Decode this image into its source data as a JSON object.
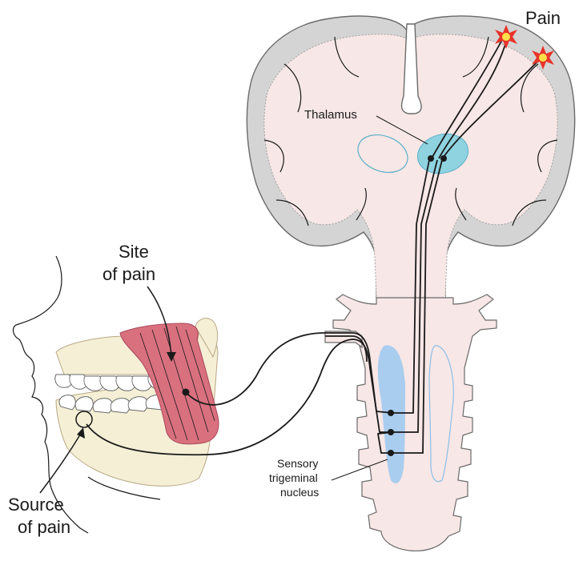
{
  "labels": {
    "pain": "Pain",
    "thalamus": "Thalamus",
    "site_of_pain": [
      "Site",
      "of pain"
    ],
    "source_of_pain": [
      "Source",
      "of pain"
    ],
    "sensory_trigeminal_nucleus": [
      "Sensory",
      "trigeminal",
      "nucleus"
    ]
  },
  "colors": {
    "brain_gray": "#d4d4d4",
    "brain_outline": "#6a6a6a",
    "white_matter": "#f7e7e6",
    "thalamus": "#8fd3e0",
    "nucleus_blue": "#a9cdef",
    "muscle_red": "#d9707e",
    "jaw_cream": "#f5efd6",
    "pain_star": "#e8332a",
    "pain_center": "#ffe04a",
    "nerve": "#1a1a1a"
  }
}
